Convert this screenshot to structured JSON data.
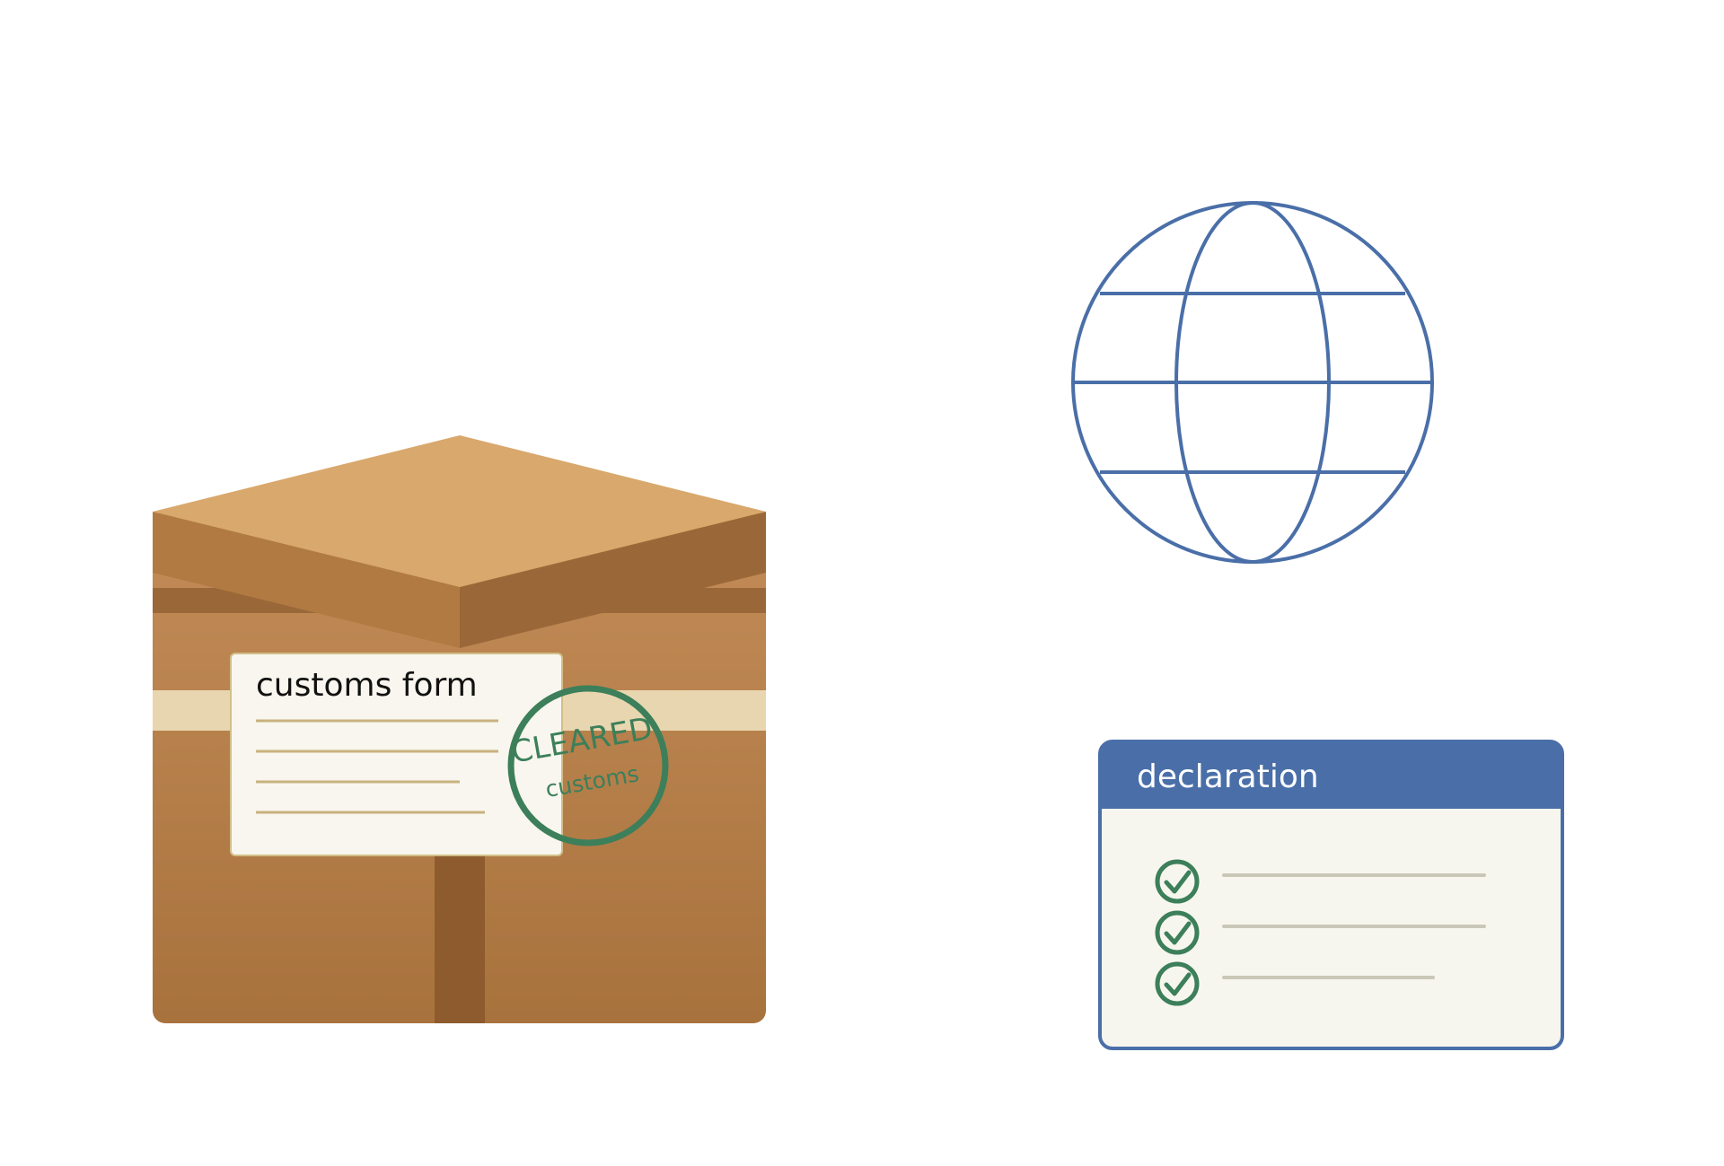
{
  "package": {
    "form_title": "customs form",
    "stamp": {
      "main_text": "CLEARED",
      "sub_text": "customs"
    }
  },
  "icons": {
    "package": "package-icon",
    "globe": "globe-icon",
    "declaration": "declaration-icon",
    "check": "check-circle-icon",
    "stamp": "stamp-icon"
  },
  "declaration": {
    "title": "declaration",
    "checked_items": 3
  },
  "colors": {
    "box_top": "#D8A86C",
    "box_front": "#B07A42",
    "box_shadow": "#9A6838",
    "tape": "#E8D6B0",
    "form_paper": "#F8F6EE",
    "form_line": "#C8B27E",
    "stamp_green": "#3C7F5A",
    "globe_blue": "#4A6FA8",
    "declaration_header": "#4A6FA8",
    "declaration_body": "#F7F6EE",
    "declaration_line": "#C9C8B8"
  }
}
